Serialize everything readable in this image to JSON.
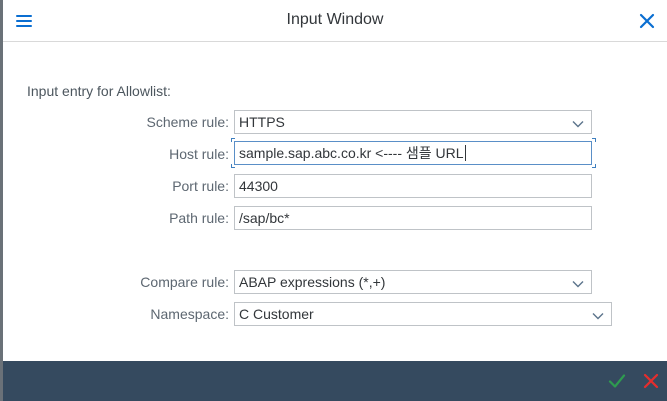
{
  "window": {
    "title": "Input Window"
  },
  "form": {
    "section_title": "Input entry for Allowlist:",
    "scheme": {
      "label": "Scheme rule:",
      "value": "HTTPS"
    },
    "host": {
      "label": "Host rule:",
      "value": "sample.sap.abc.co.kr <---- 샘플 URL"
    },
    "port": {
      "label": "Port rule:",
      "value": "44300"
    },
    "path": {
      "label": "Path rule:",
      "value": "/sap/bc*"
    },
    "compare": {
      "label": "Compare rule:",
      "value": "ABAP expressions (*,+)"
    },
    "namespace": {
      "label": "Namespace:",
      "value": "C Customer"
    }
  },
  "icons": {
    "menu": "hamburger-menu-icon",
    "close": "close-icon",
    "dropdown": "chevron-down-icon",
    "confirm": "checkmark-icon",
    "cancel": "cancel-x-icon"
  },
  "colors": {
    "accent": "#0a6ed1",
    "footer": "#354a5f",
    "confirm": "#2e9b4f",
    "cancel": "#e52d2d"
  }
}
